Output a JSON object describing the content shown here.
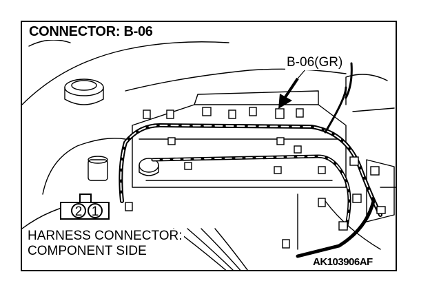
{
  "title": "CONNECTOR: B-06",
  "callout_label": "B-06(GR)",
  "harness_connector": {
    "line1": "HARNESS CONNECTOR:",
    "line2": "COMPONENT SIDE",
    "pins": [
      "2",
      "1"
    ]
  },
  "figure_code": "AK103906AF"
}
